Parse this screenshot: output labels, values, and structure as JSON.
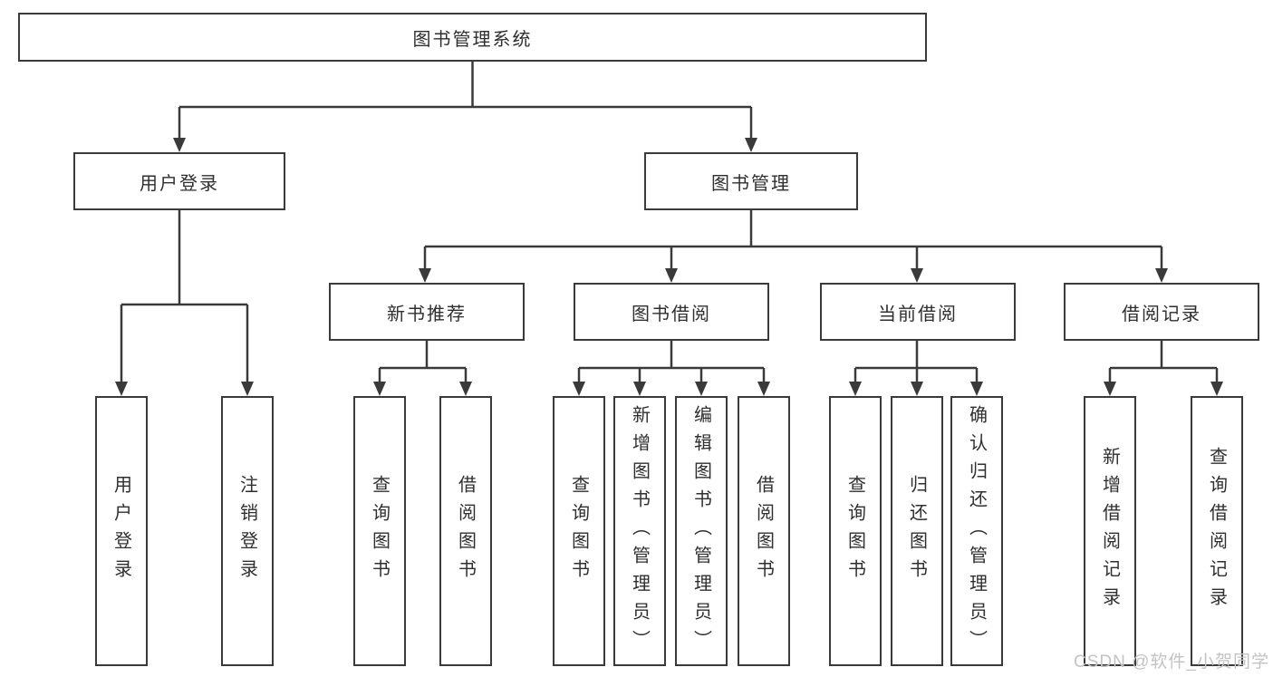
{
  "diagram": {
    "colors": {
      "line": "#3a3a3a",
      "text": "#2f2f2f",
      "box_background": "#ffffff",
      "watermark": "#c3c3c3"
    },
    "root": {
      "label": "图书管理系统"
    },
    "branches": [
      {
        "label": "用户登录",
        "children": [
          {
            "label": "用户登录"
          },
          {
            "label": "注销登录"
          }
        ]
      },
      {
        "label": "图书管理",
        "children": [
          {
            "label": "新书推荐",
            "children": [
              {
                "label": "查询图书"
              },
              {
                "label": "借阅图书"
              }
            ]
          },
          {
            "label": "图书借阅",
            "children": [
              {
                "label": "查询图书"
              },
              {
                "label": "新增图书（管理员）"
              },
              {
                "label": "编辑图书（管理员）"
              },
              {
                "label": "借阅图书"
              }
            ]
          },
          {
            "label": "当前借阅",
            "children": [
              {
                "label": "查询图书"
              },
              {
                "label": "归还图书"
              },
              {
                "label": "确认归还（管理员）"
              }
            ]
          },
          {
            "label": "借阅记录",
            "children": [
              {
                "label": "新增借阅记录"
              },
              {
                "label": "查询借阅记录"
              }
            ]
          }
        ]
      }
    ],
    "watermark": "CSDN @软件_小贺同学"
  }
}
